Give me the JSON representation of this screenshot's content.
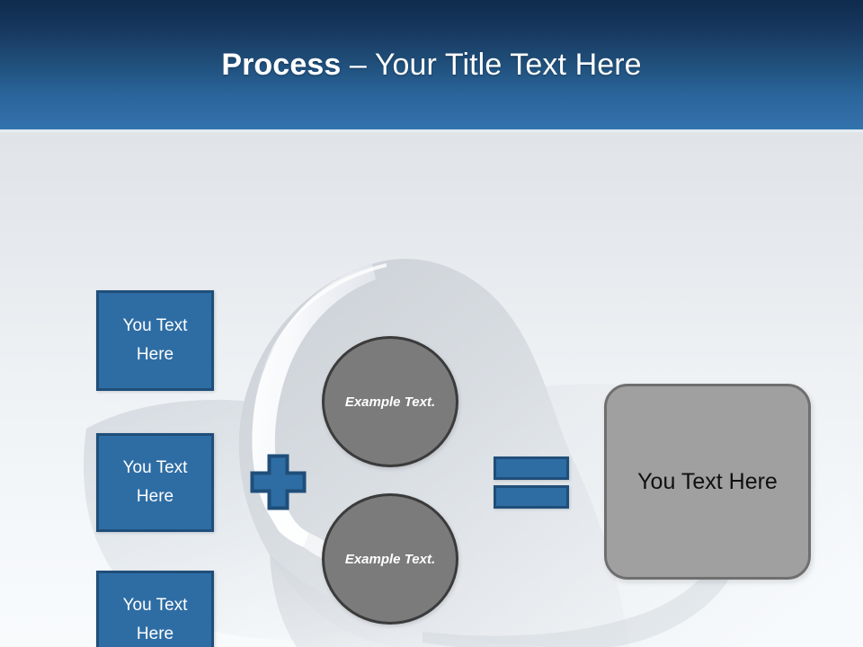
{
  "slide": {
    "title": {
      "emphasis": "Process",
      "separator": " – ",
      "rest": "Your Title Text Here",
      "full": "Process – Your Title Text Here"
    },
    "theme": {
      "header_top_color": "#0f2b4c",
      "header_bottom_color": "#3274ae",
      "accent_blue": "#2e6da4",
      "accent_blue_border": "#1f4e79",
      "body_bg_top": "#e0e4e8",
      "body_bg_bottom": "#f8fbfc",
      "circle_fill": "#7b7b7b",
      "circle_border": "#3b3b3b",
      "result_fill": "#a0a0a0",
      "result_border": "#6f6f6f",
      "title_color": "#ffffff",
      "result_text_color": "#101010"
    }
  },
  "inputs": {
    "items": [
      {
        "label": "You Text Here"
      },
      {
        "label": "You Text Here"
      },
      {
        "label": "You Text Here"
      }
    ]
  },
  "operators": {
    "plus": "+",
    "equals": "="
  },
  "process_circles": {
    "items": [
      {
        "label": "Example Text."
      },
      {
        "label": "Example Text."
      }
    ]
  },
  "result": {
    "label": "You Text Here"
  },
  "background": {
    "artwork": "human-head-profile-silhouette"
  }
}
